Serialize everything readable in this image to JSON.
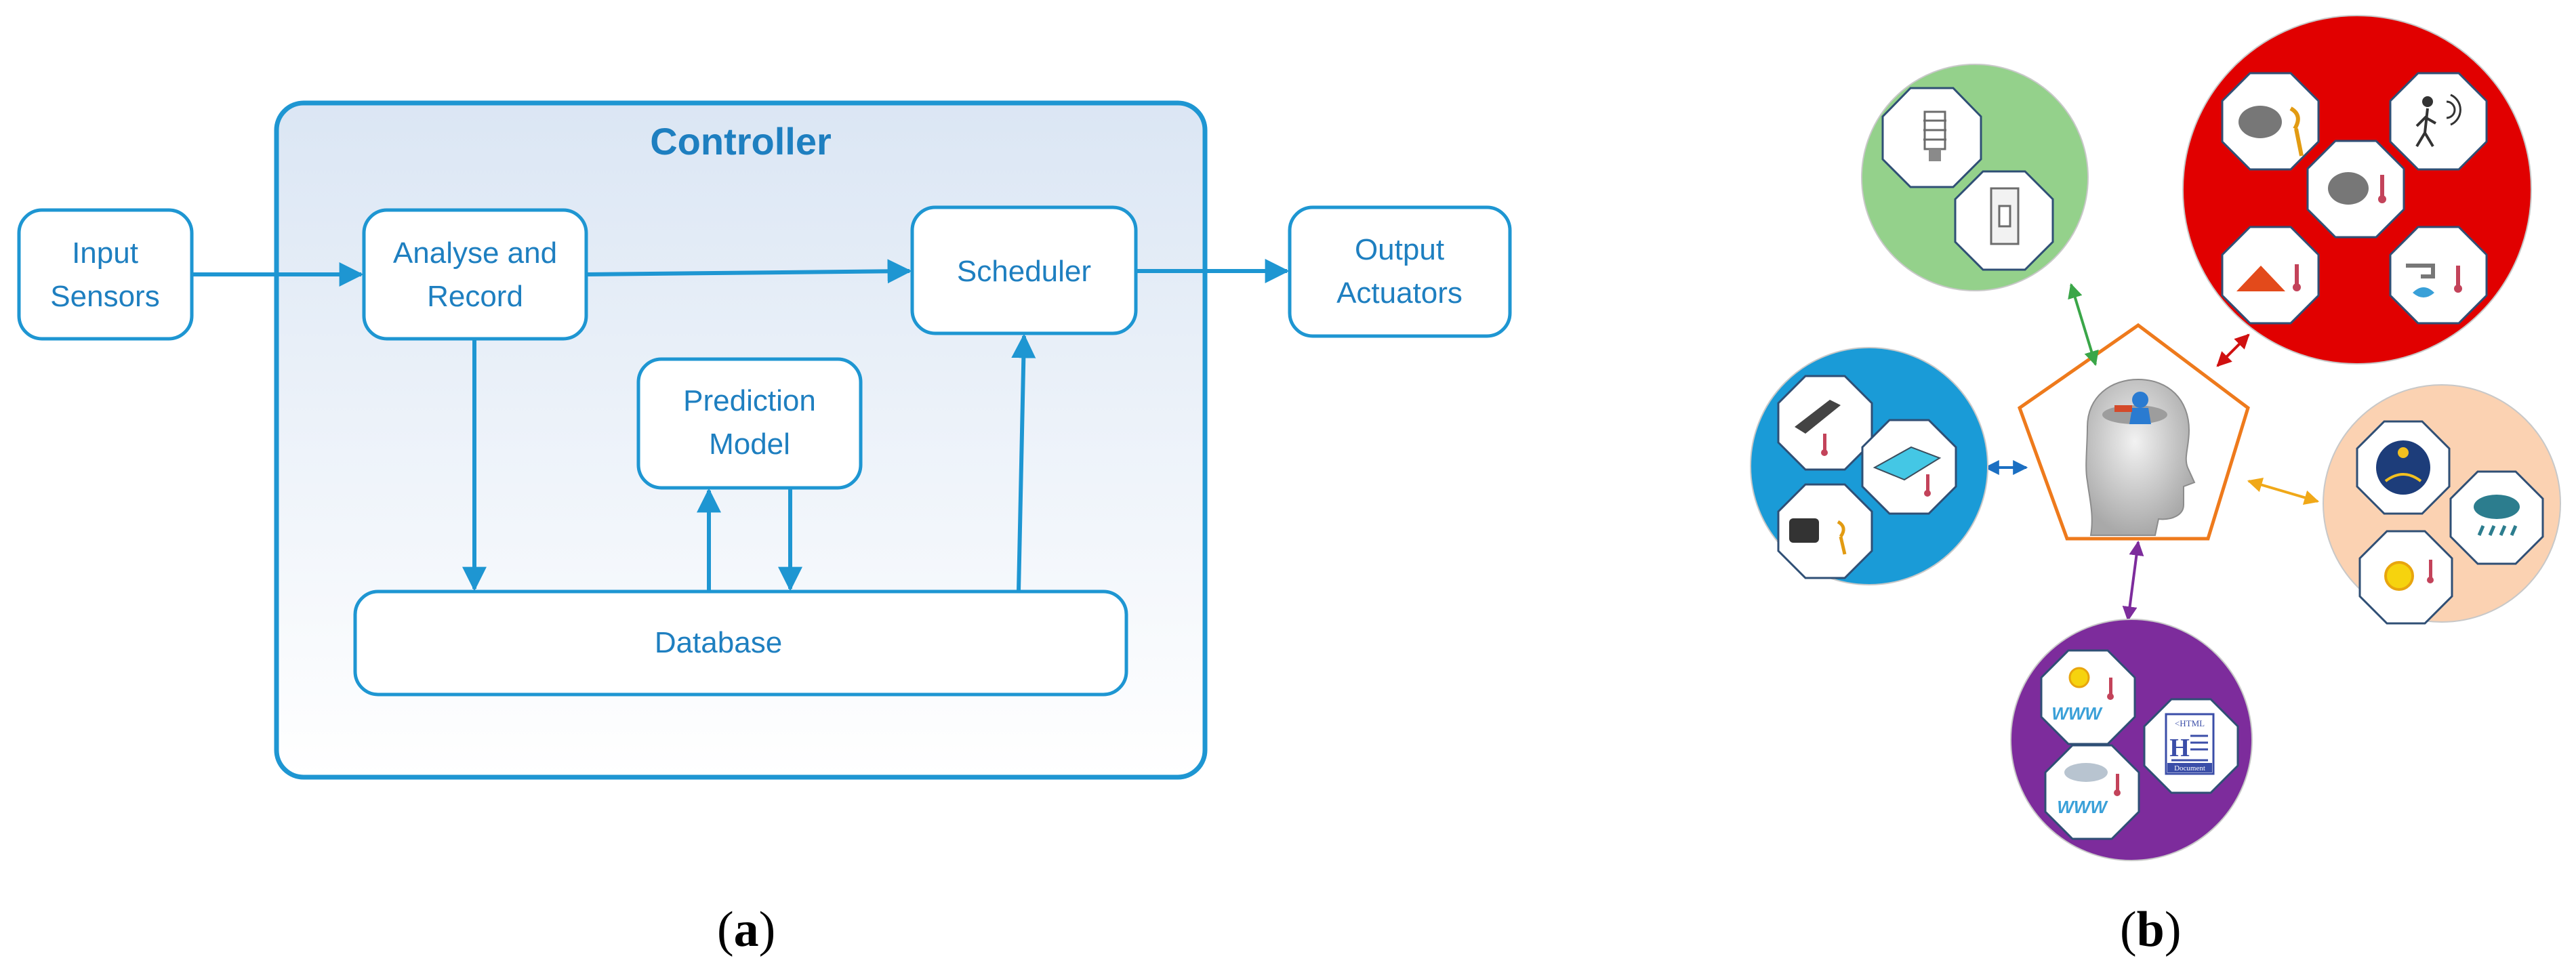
{
  "figure_a": {
    "controller_title": "Controller",
    "blocks": {
      "input_line1": "Input",
      "input_line2": "Sensors",
      "analyse_line1": "Analyse and",
      "analyse_line2": "Record",
      "scheduler": "Scheduler",
      "output_line1": "Output",
      "output_line2": "Actuators",
      "prediction_line1": "Prediction",
      "prediction_line2": "Model",
      "database": "Database"
    },
    "caption_open": "(",
    "caption_letter": "a",
    "caption_close": ")"
  },
  "figure_b": {
    "html_doc_header": "<HTML",
    "html_doc_glyph": "H",
    "html_doc_footer": "Document",
    "web_label_1": "WWW",
    "web_label_2": "WWW",
    "caption_open": "(",
    "caption_letter": "b",
    "caption_close": ")"
  },
  "colors": {
    "diagram_blue": "#1e96d2",
    "controller_fill": "#e3ecf6",
    "green_circle": "#94d18b",
    "red_circle": "#e10000",
    "blue_circle": "#1a9bd7",
    "peach_circle": "#fbd2b2",
    "purple_circle": "#7d2c9c",
    "pentagon_orange": "#ee7a1c"
  }
}
